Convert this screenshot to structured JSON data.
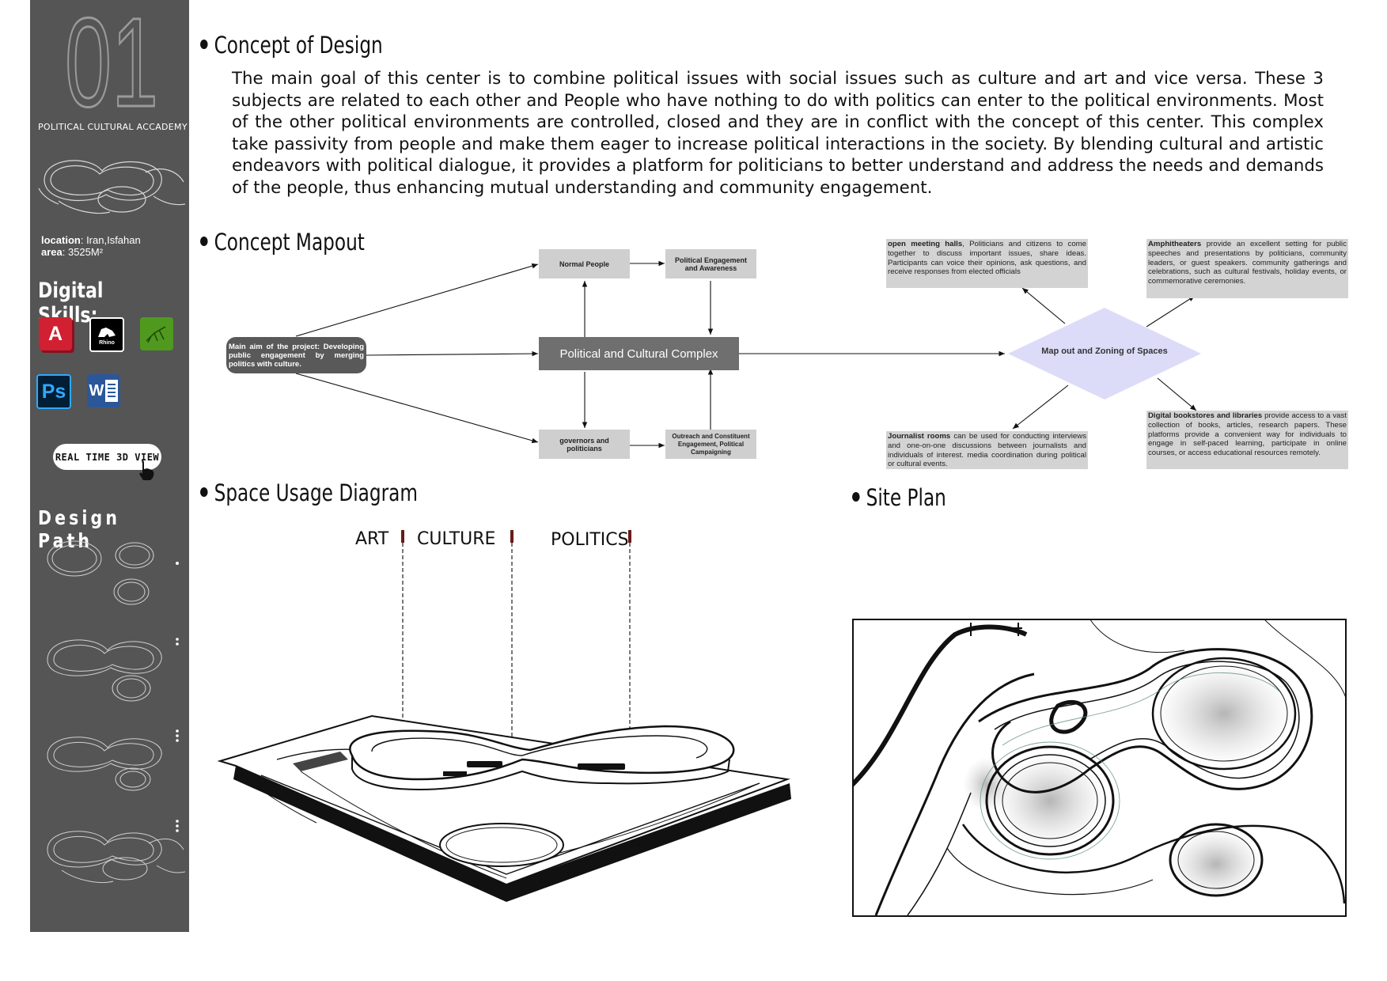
{
  "sidebar": {
    "number": "01",
    "project_name": "POLITICAL CULTURAL ACCADEMY",
    "location_label": "location",
    "location_value": ": Iran,Isfahan",
    "area_label": "area",
    "area_value": ": 3525M²",
    "skills_heading": "Digital Skills:",
    "apps": [
      {
        "icon": "autocad-icon",
        "text": "A",
        "color": "#d12031"
      },
      {
        "icon": "rhino-icon",
        "text": "Rhino",
        "color": "#000000"
      },
      {
        "icon": "grasshopper-icon",
        "text": "",
        "color": "#4f9a1e"
      },
      {
        "icon": "photoshop-icon",
        "text": "Ps",
        "color": "#001e36"
      },
      {
        "icon": "word-icon",
        "text": "W",
        "color": "#2b579a"
      }
    ],
    "realtime_button": "REAL TIME 3D VIEW",
    "design_path_heading": "Design Path"
  },
  "concept_design": {
    "heading": "Concept of Design",
    "text": "The main goal of this center is to combine political issues with social issues such as culture and art and vice versa. These 3 subjects are related to each other and People who have nothing to do with politics can enter to the political environments. Most of the other political environments are controlled, closed and they are in conflict with the concept of this center. This complex take passivity from people and make them eager to increase political interactions in the society. By blending cultural and artistic endeavors with political dialogue, it provides a platform for politicians to better understand and address the needs and demands of the people, thus enhancing mutual understanding and community engagement."
  },
  "concept_mapout": {
    "heading": "Concept Mapout",
    "main_aim": "Main aim of the project: Developing public engagement by merging politics with culture.",
    "center": "Political and Cultural Complex",
    "normal_people": "Normal People",
    "engagement": "Political Engagement and Awareness",
    "governors": "governors and politicians",
    "outreach": "Outreach and Constituent Engagement, Political Campaigning",
    "zoning": "Map out and Zoning of Spaces",
    "open_meeting_title": "open meeting halls",
    "open_meeting_text": ", Politicians and citizens to come together to discuss important issues, share ideas. Participants can voice their opinions, ask questions, and receive responses from elected officials",
    "amphitheaters_title": "Amphitheaters",
    "amphitheaters_text": " provide an excellent setting for public speeches and presentations by politicians, community leaders, or guest speakers. community gatherings and celebrations, such as cultural festivals, holiday events, or commemorative ceremonies.",
    "journalist_title": "Journalist rooms",
    "journalist_text": " can be used for conducting interviews and one-on-one discussions between journalists and individuals of interest. media coordination during political or cultural events.",
    "bookstores_title": "Digital bookstores and libraries",
    "bookstores_text": " provide access to a vast collection of books, articles, research papers. These platforms provide a convenient way for individuals to engage in self-paced learning, participate in online courses, or access educational resources remotely.",
    "colors": {
      "diamond": "#dcdcf9",
      "box": "#cfcfcf",
      "center": "#6f6f6f"
    }
  },
  "space_usage": {
    "heading": "Space Usage Diagram",
    "labels": [
      "ART",
      "CULTURE",
      "POLITICS"
    ],
    "model_tag": "ART"
  },
  "site_plan": {
    "heading": "Site Plan"
  }
}
